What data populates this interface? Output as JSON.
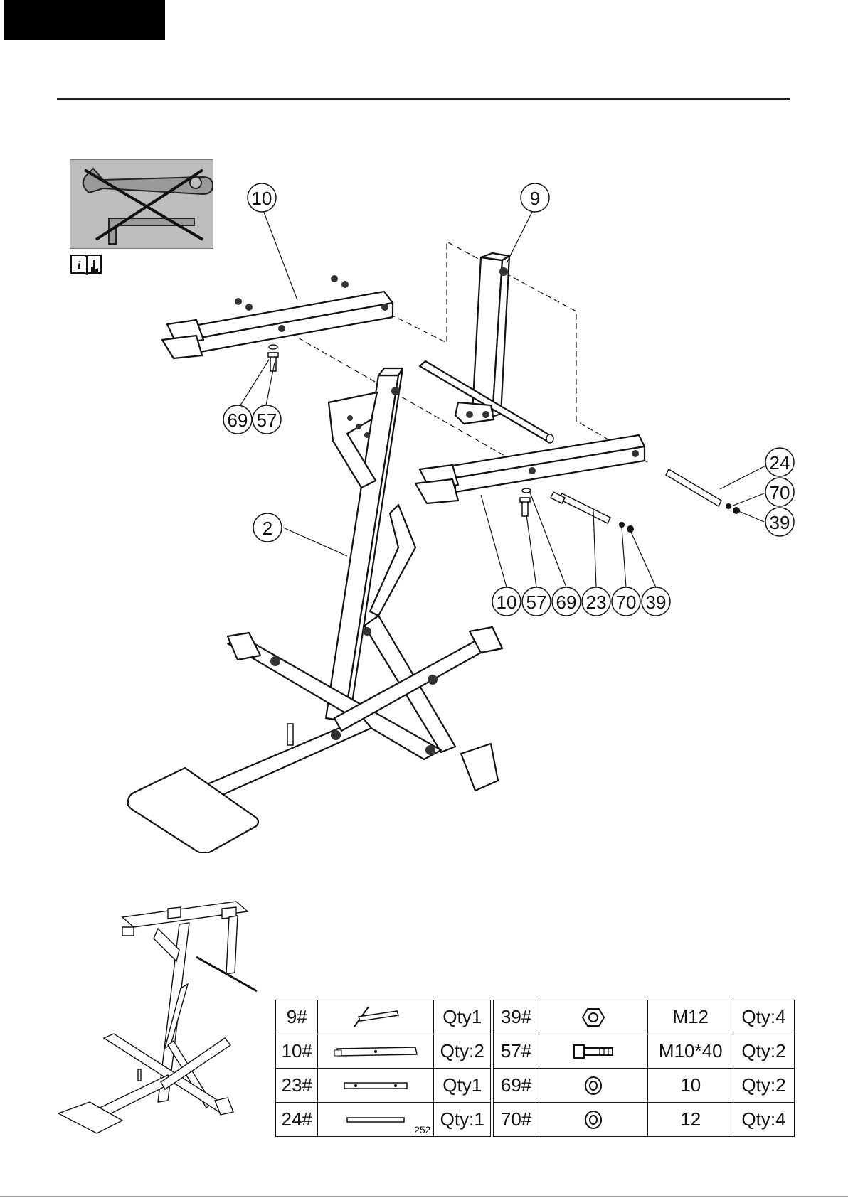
{
  "callouts": {
    "part_10_top": "10",
    "part_9": "9",
    "part_69_top": "69",
    "part_57_top": "57",
    "part_2": "2",
    "part_24": "24",
    "part_70_right": "70",
    "part_39_right": "39",
    "bottom_row": [
      "10",
      "57",
      "69",
      "23",
      "70",
      "39"
    ]
  },
  "parts_table": {
    "left": [
      {
        "id": "9#",
        "qty": "Qty1",
        "icon": "upright-frame-thumbnail"
      },
      {
        "id": "10#",
        "qty": "Qty:2",
        "icon": "crossbar-thumbnail"
      },
      {
        "id": "23#",
        "qty": "Qty1",
        "icon": "axle-thumbnail"
      },
      {
        "id": "24#",
        "qty": "Qty:1",
        "icon": "rod-thumbnail",
        "note": "252"
      }
    ],
    "right": [
      {
        "id": "39#",
        "size": "M12",
        "qty": "Qty:4",
        "icon": "nut-icon"
      },
      {
        "id": "57#",
        "size": "M10*40",
        "qty": "Qty:2",
        "icon": "bolt-icon"
      },
      {
        "id": "69#",
        "size": "10",
        "qty": "Qty:2",
        "icon": "washer-icon"
      },
      {
        "id": "70#",
        "size": "12",
        "qty": "Qty:4",
        "icon": "washer-icon"
      }
    ]
  },
  "icons": {
    "tool_panel": "no-wrench-no-hexkey-icon",
    "info": "read-manual-icon"
  },
  "colors": {
    "ink": "#111111",
    "panel": "#bdbdbd",
    "header_block": "#000000"
  }
}
